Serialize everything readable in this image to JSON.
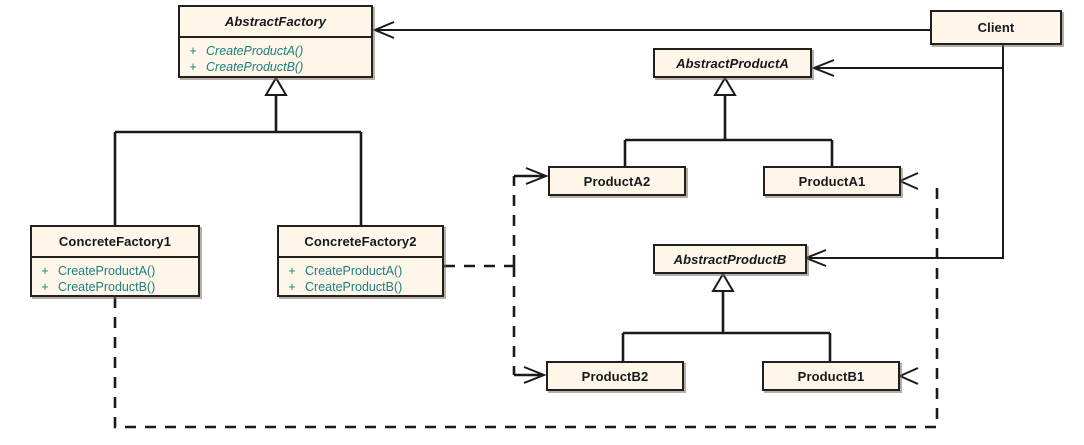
{
  "diagram": {
    "type": "uml-class-diagram",
    "pattern": "Abstract Factory",
    "background": "#ffffff",
    "box_fill": "#fdf6e9",
    "box_stroke": "#231f1c",
    "title_color": "#16181c",
    "member_color": "#1d7f7f",
    "edge_color": "#1a1a1a"
  },
  "classes": {
    "abstract_factory": {
      "name": "AbstractFactory",
      "stereotype": "abstract",
      "operations": [
        {
          "visibility": "+",
          "signature": "CreateProductA()",
          "abstract": true
        },
        {
          "visibility": "+",
          "signature": "CreateProductB()",
          "abstract": true
        }
      ]
    },
    "concrete_factory1": {
      "name": "ConcreteFactory1",
      "stereotype": "concrete",
      "operations": [
        {
          "visibility": "+",
          "signature": "CreateProductA()",
          "abstract": false
        },
        {
          "visibility": "+",
          "signature": "CreateProductB()",
          "abstract": false
        }
      ]
    },
    "concrete_factory2": {
      "name": "ConcreteFactory2",
      "stereotype": "concrete",
      "operations": [
        {
          "visibility": "+",
          "signature": "CreateProductA()",
          "abstract": false
        },
        {
          "visibility": "+",
          "signature": "CreateProductB()",
          "abstract": false
        }
      ]
    },
    "abstract_product_a": {
      "name": "AbstractProductA",
      "stereotype": "abstract",
      "operations": []
    },
    "abstract_product_b": {
      "name": "AbstractProductB",
      "stereotype": "abstract",
      "operations": []
    },
    "product_a1": {
      "name": "ProductA1",
      "stereotype": "concrete",
      "operations": []
    },
    "product_a2": {
      "name": "ProductA2",
      "stereotype": "concrete",
      "operations": []
    },
    "product_b1": {
      "name": "ProductB1",
      "stereotype": "concrete",
      "operations": []
    },
    "product_b2": {
      "name": "ProductB2",
      "stereotype": "concrete",
      "operations": []
    },
    "client": {
      "name": "Client",
      "stereotype": "concrete",
      "operations": []
    }
  },
  "relationships": [
    {
      "kind": "generalization",
      "from": "ConcreteFactory1",
      "to": "AbstractFactory"
    },
    {
      "kind": "generalization",
      "from": "ConcreteFactory2",
      "to": "AbstractFactory"
    },
    {
      "kind": "generalization",
      "from": "ProductA1",
      "to": "AbstractProductA"
    },
    {
      "kind": "generalization",
      "from": "ProductA2",
      "to": "AbstractProductA"
    },
    {
      "kind": "generalization",
      "from": "ProductB1",
      "to": "AbstractProductB"
    },
    {
      "kind": "generalization",
      "from": "ProductB2",
      "to": "AbstractProductB"
    },
    {
      "kind": "association",
      "from": "Client",
      "to": "AbstractFactory"
    },
    {
      "kind": "association",
      "from": "Client",
      "to": "AbstractProductA"
    },
    {
      "kind": "association",
      "from": "Client",
      "to": "AbstractProductB"
    },
    {
      "kind": "dependency",
      "from": "ConcreteFactory1",
      "to": "ProductA1"
    },
    {
      "kind": "dependency",
      "from": "ConcreteFactory1",
      "to": "ProductB1"
    },
    {
      "kind": "dependency",
      "from": "ConcreteFactory2",
      "to": "ProductA2"
    },
    {
      "kind": "dependency",
      "from": "ConcreteFactory2",
      "to": "ProductB2"
    }
  ]
}
